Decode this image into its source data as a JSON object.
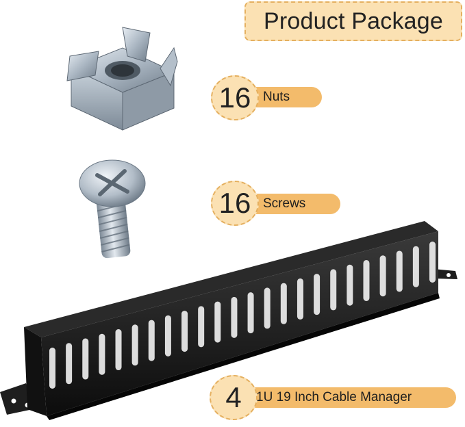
{
  "header": {
    "title": "Product Package"
  },
  "items": [
    {
      "quantity": "16",
      "label": "Nuts",
      "icon": "cage-nut-icon"
    },
    {
      "quantity": "16",
      "label": "Screws",
      "icon": "screw-icon"
    },
    {
      "quantity": "4",
      "label": "1U 19 Inch Cable Manager",
      "icon": "cable-manager-icon"
    }
  ],
  "colors": {
    "badge_fill": "#fbe1b3",
    "badge_border": "#e5b060",
    "tag_fill": "#f3bb6b"
  }
}
